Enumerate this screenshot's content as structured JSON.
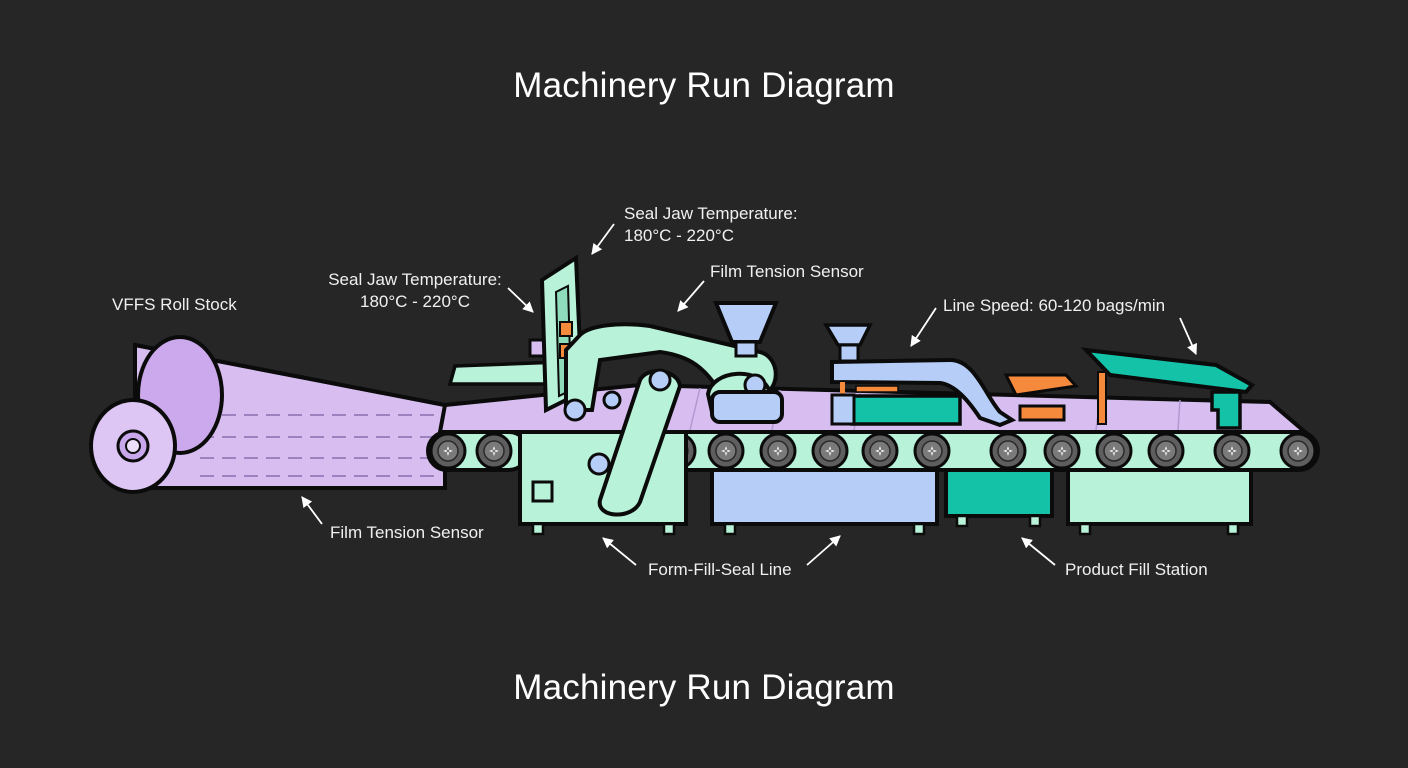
{
  "title_top": "Machinery Run Diagram",
  "title_bottom": "Machinery Run Diagram",
  "labels": {
    "roll_stock": "VFFS Roll Stock",
    "seal_jaw_left_line1": "Seal Jaw Temperature:",
    "seal_jaw_left_line2": "180°C - 220°C",
    "seal_jaw_top_line1": "Seal Jaw Temperature:",
    "seal_jaw_top_line2": "180°C - 220°C",
    "film_tension_top": "Film Tension Sensor",
    "line_speed": "Line Speed: 60-120 bags/min",
    "film_tension_bottom": "Film Tension Sensor",
    "form_fill_seal": "Form-Fill-Seal Line",
    "product_fill": "Product Fill Station"
  },
  "colors": {
    "background": "#262626",
    "roll_purple": "#d7bdf0",
    "mint": "#b8f2d8",
    "blue": "#b5cdf7",
    "teal": "#14c2a8",
    "orange": "#f58a3c",
    "outline": "#0b0b0b",
    "roller": "#5e5e5e"
  }
}
